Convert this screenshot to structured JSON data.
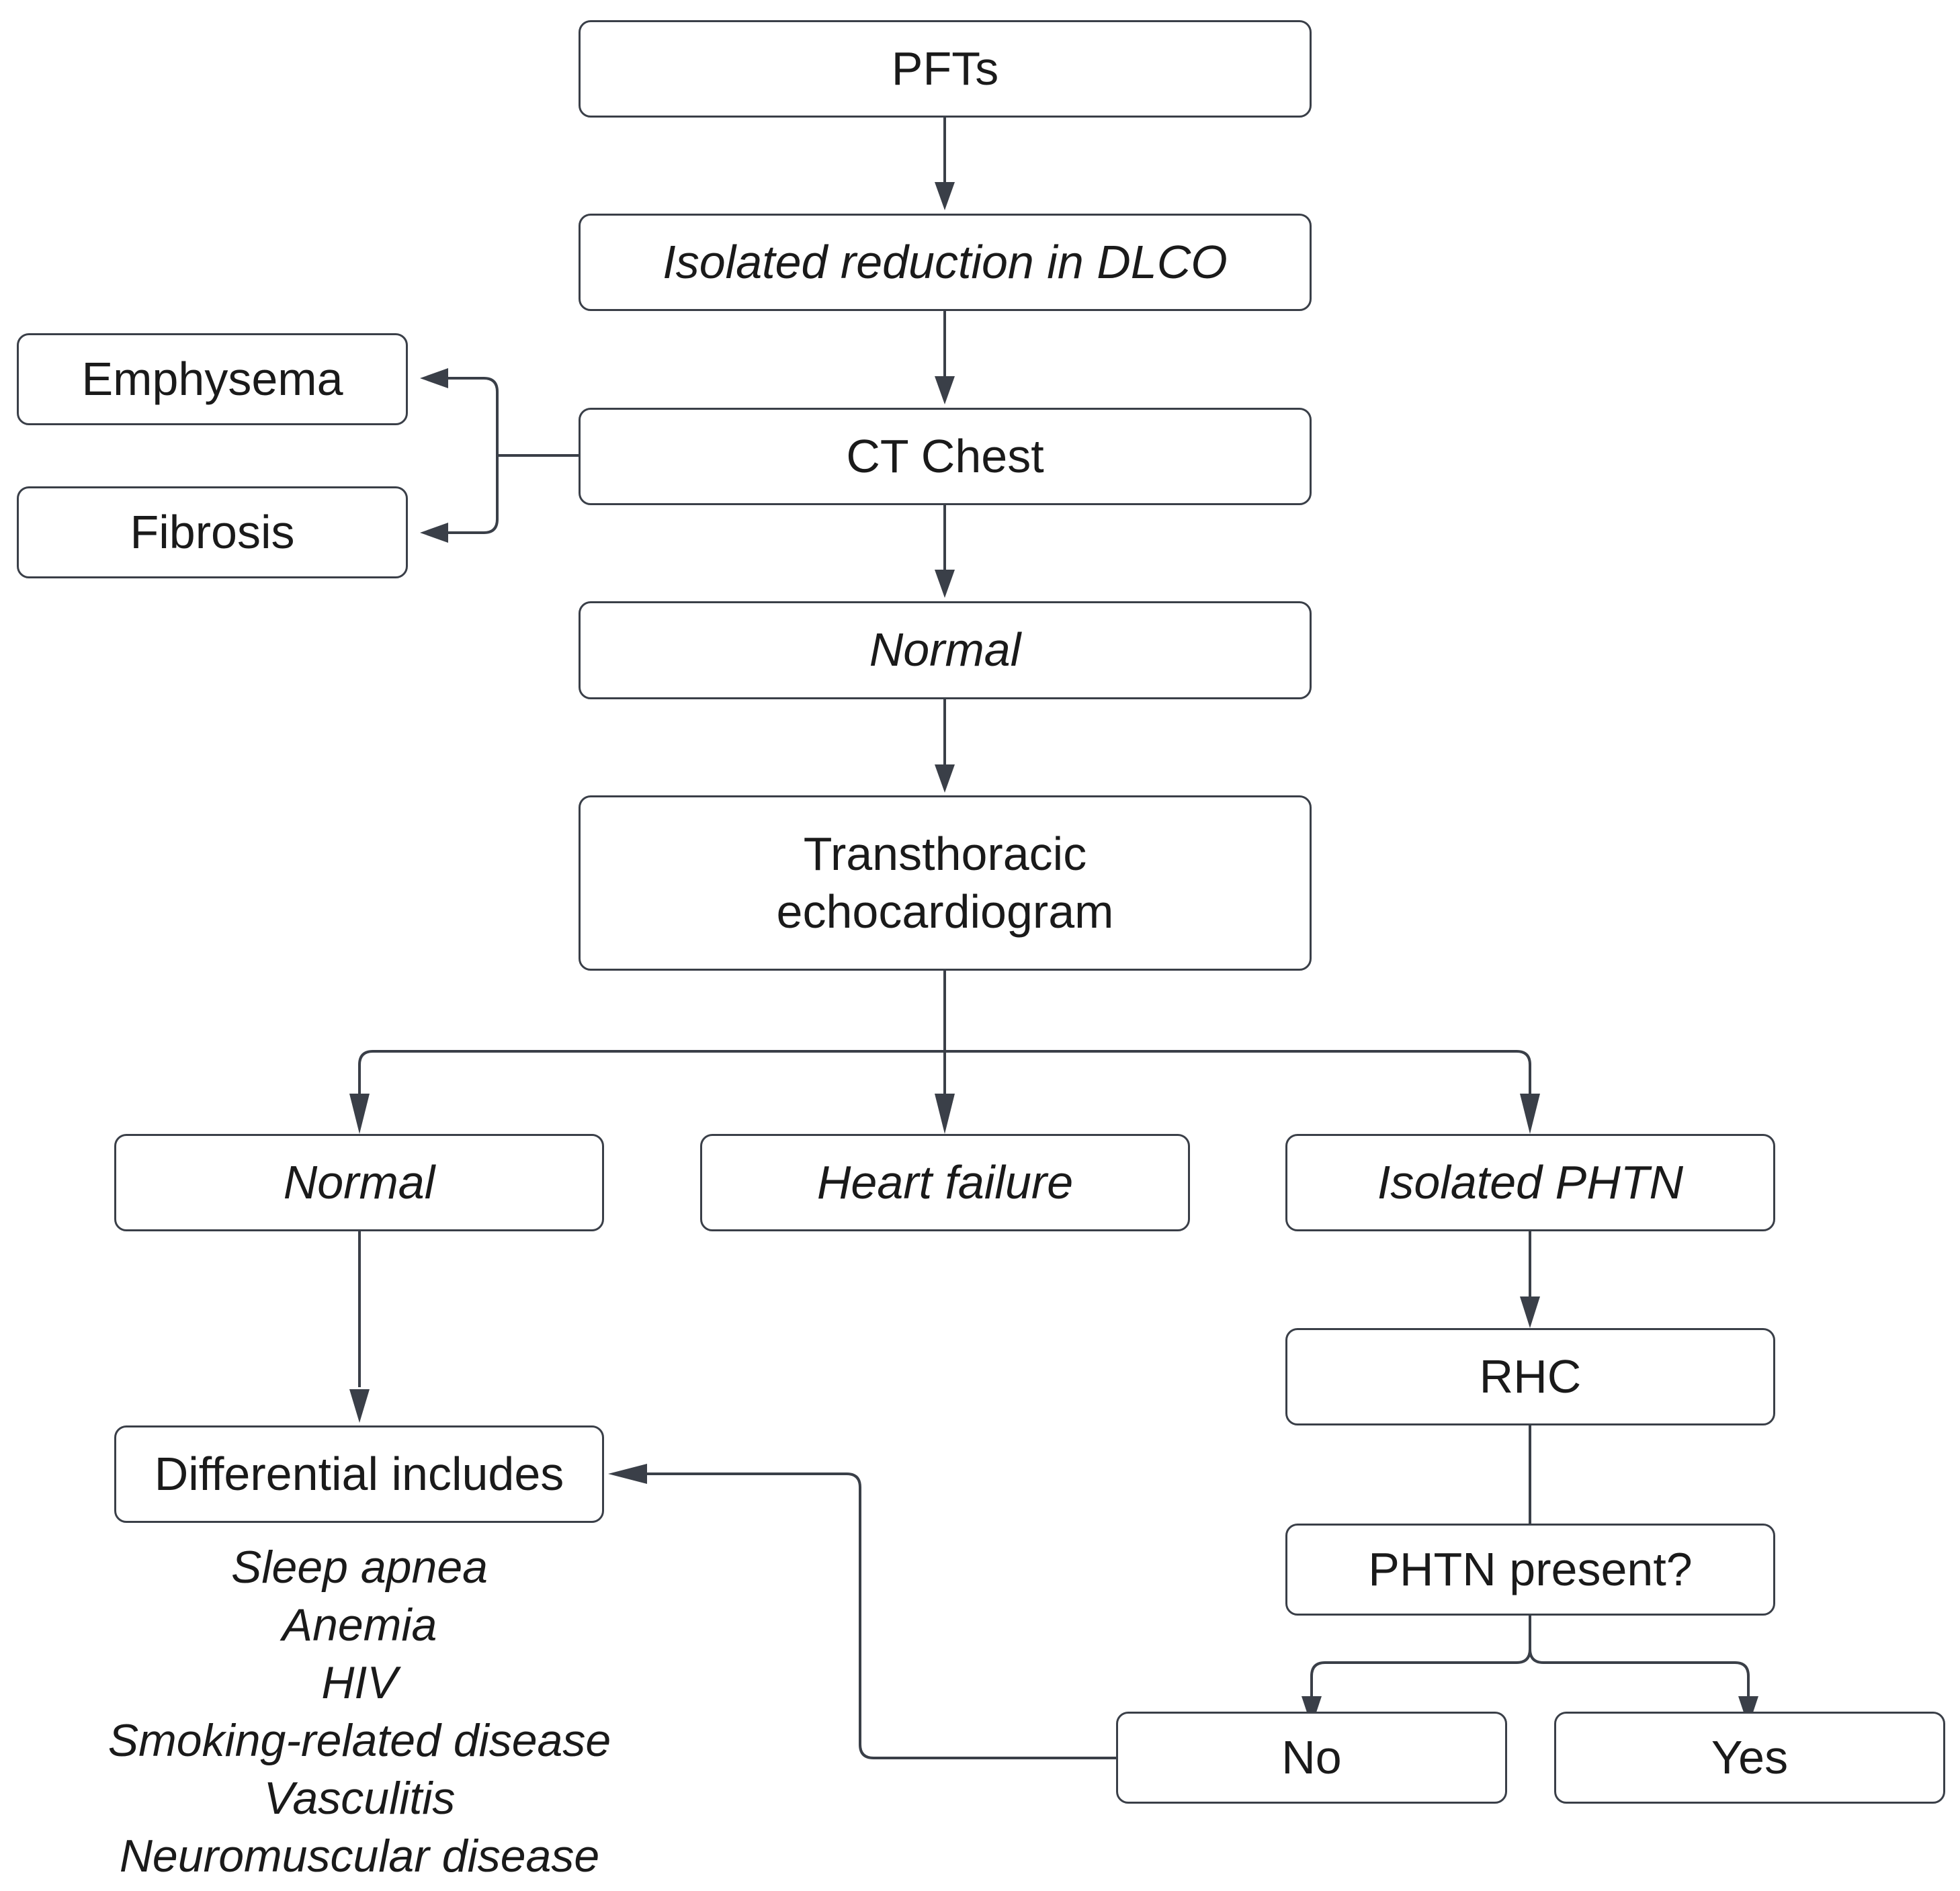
{
  "nodes": {
    "pfts": "PFTs",
    "dlco": "Isolated reduction in DLCO",
    "ct_chest": "CT Chest",
    "emphysema": "Emphysema",
    "fibrosis": "Fibrosis",
    "normal_ct": "Normal",
    "tte": "Transthoracic\nechocardiogram",
    "normal_echo": "Normal",
    "heart_failure": "Heart failure",
    "isolated_phtn": "Isolated PHTN",
    "rhc": "RHC",
    "phtn_present": "PHTN present?",
    "no": "No",
    "yes": "Yes",
    "differential": "Differential includes"
  },
  "differential_list": [
    "Sleep apnea",
    "Anemia",
    "HIV",
    "Smoking-related disease",
    "Vasculitis",
    "Neuromuscular disease"
  ],
  "colors": {
    "line": "#3a3f48",
    "border": "#3a3f48",
    "text": "#1a1a1a",
    "background": "#ffffff"
  }
}
